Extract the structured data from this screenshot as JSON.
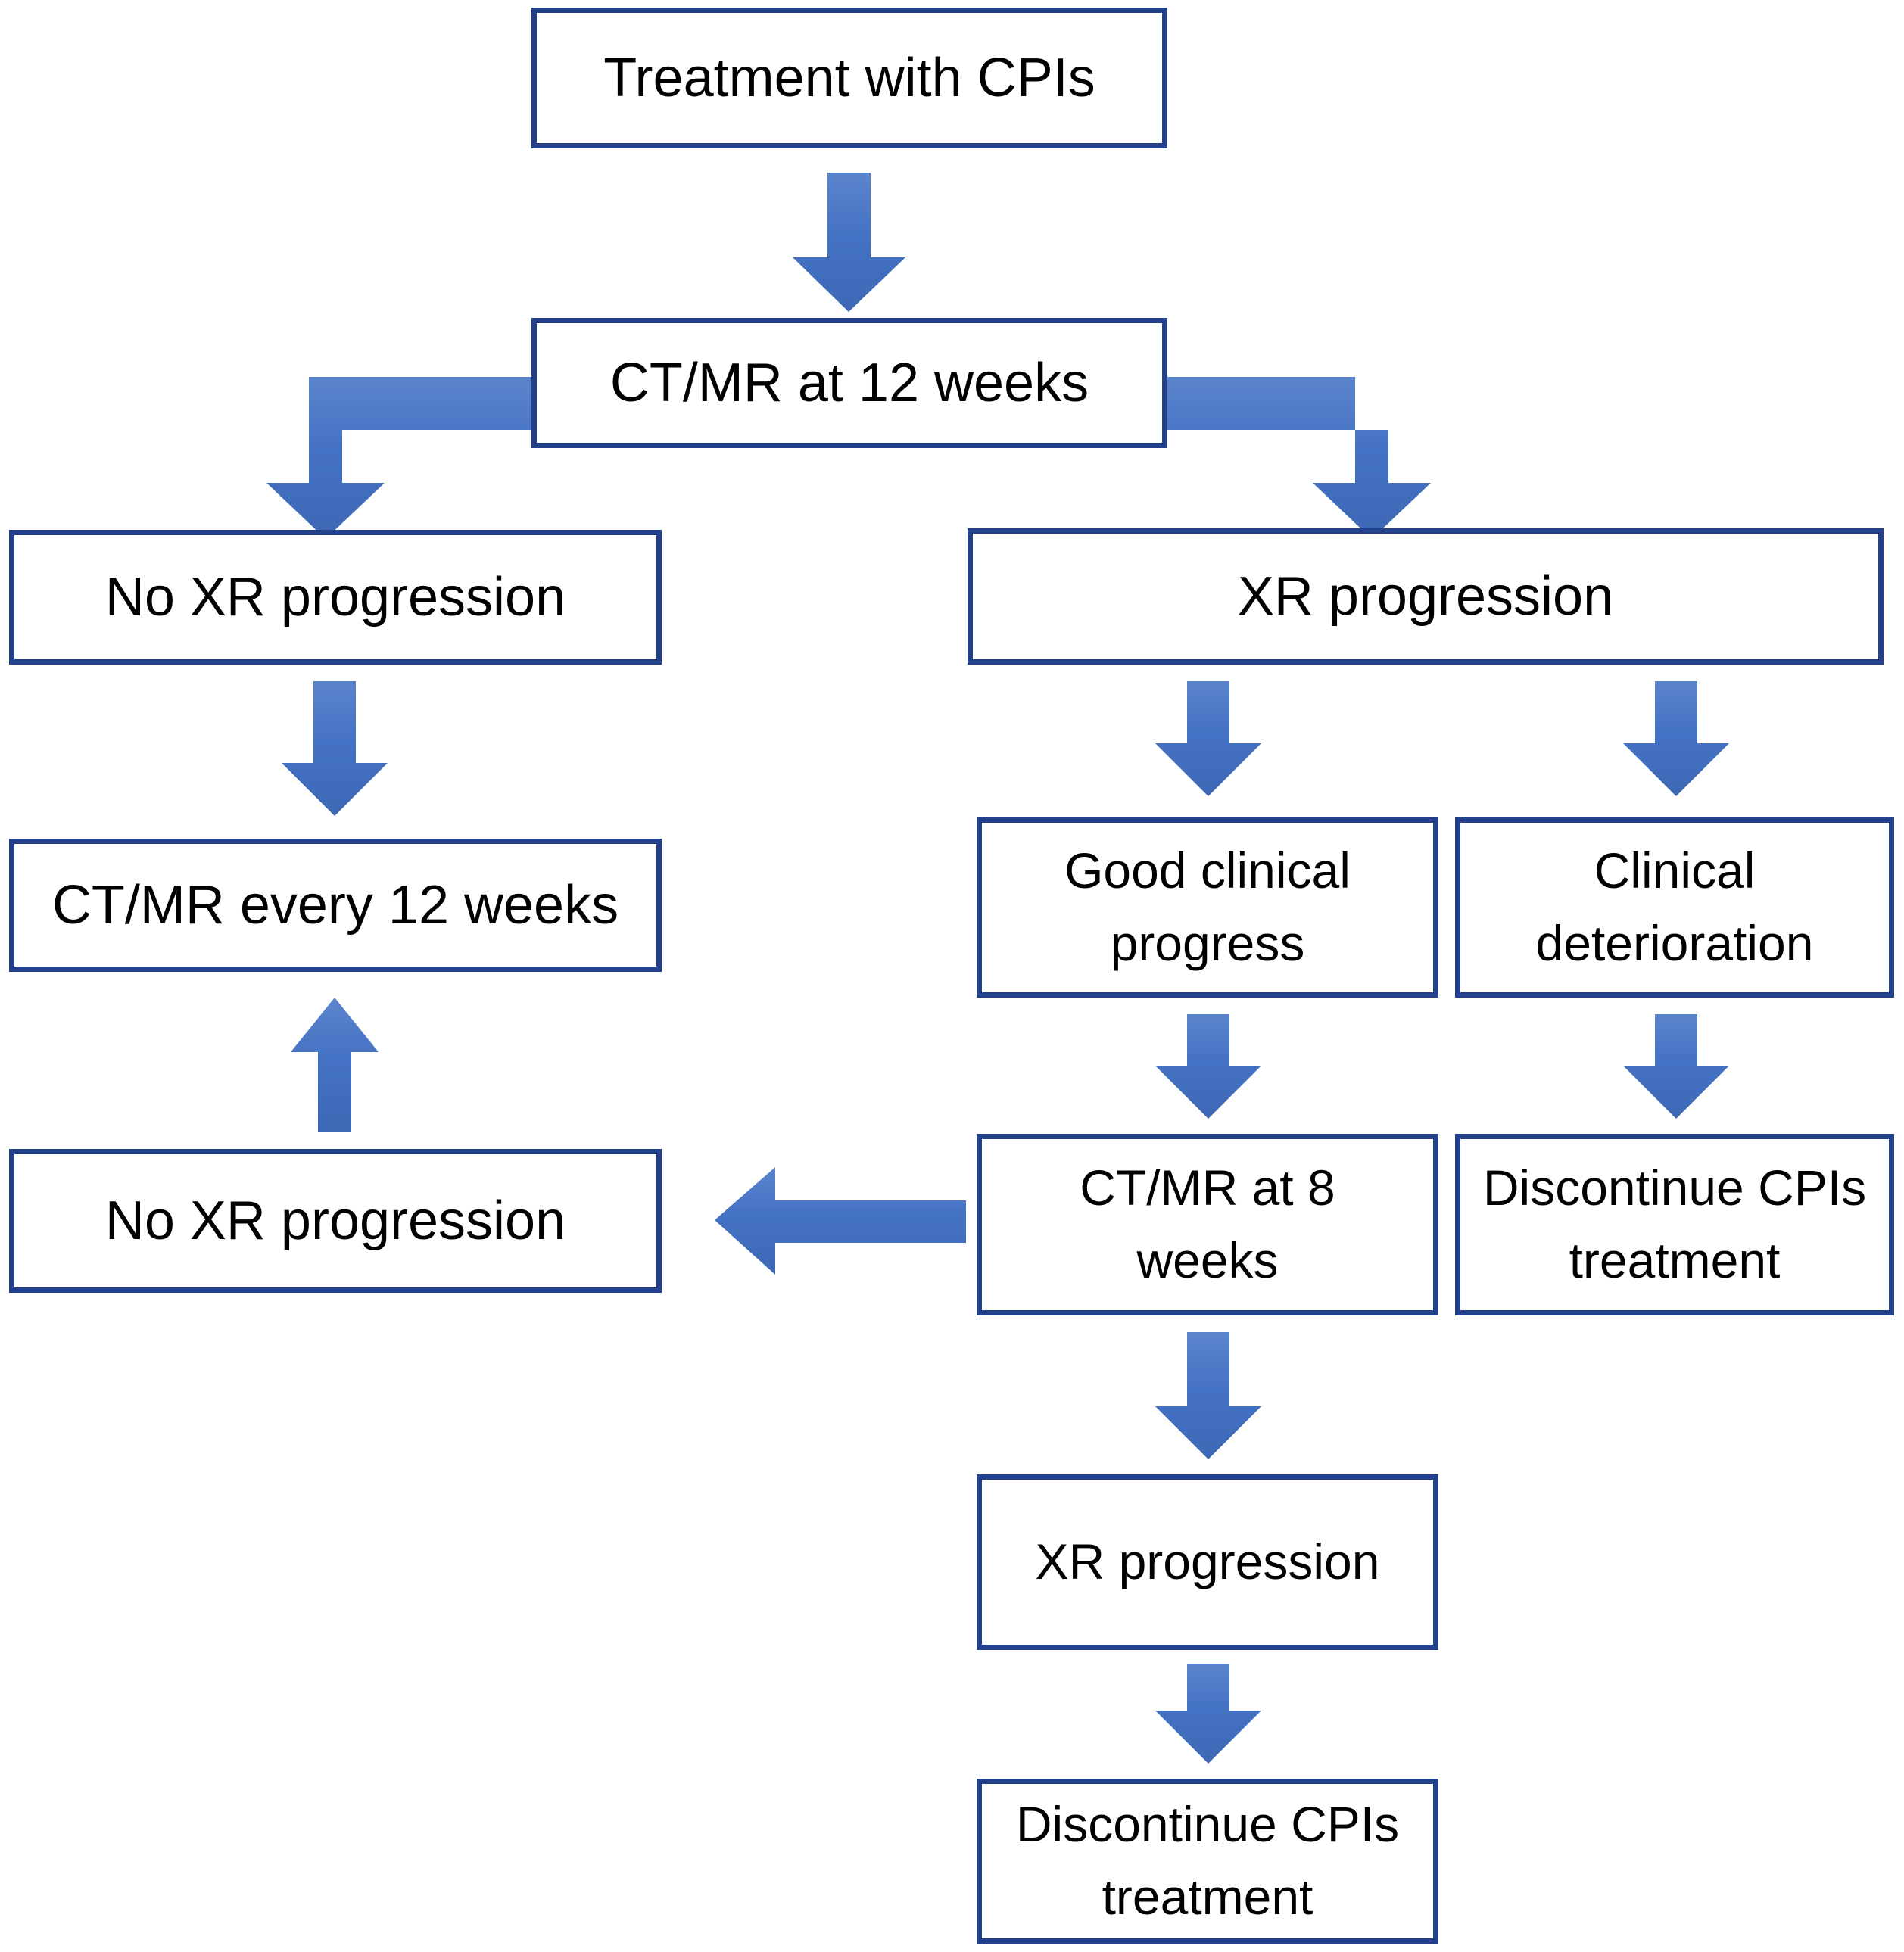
{
  "diagram": {
    "title": "CPI treatment radiological response algorithm",
    "colors": {
      "box_border": "#23408A",
      "box_fill": "#FFFFFF",
      "arrow_fill": "#4472C4",
      "text": "#000000",
      "background": "#FFFFFF"
    },
    "nodes": [
      {
        "id": "treatment",
        "label": "Treatment with CPIs"
      },
      {
        "id": "ctmr12",
        "label": "CT/MR at 12 weeks"
      },
      {
        "id": "noxr1",
        "label": "No XR progression"
      },
      {
        "id": "xrprog1",
        "label": "XR progression"
      },
      {
        "id": "ctmrevery12",
        "label": "CT/MR every 12 weeks"
      },
      {
        "id": "goodclinical",
        "label": "Good clinical\nprogress"
      },
      {
        "id": "clinicaldeterior",
        "label": "Clinical\ndeterioration"
      },
      {
        "id": "noxr2",
        "label": "No XR progression"
      },
      {
        "id": "ctmr8",
        "label": "CT/MR at 8\nweeks"
      },
      {
        "id": "discontinue1",
        "label": "Discontinue CPIs\ntreatment"
      },
      {
        "id": "xrprog2",
        "label": "XR progression"
      },
      {
        "id": "discontinue2",
        "label": "Discontinue CPIs\ntreatment"
      }
    ],
    "edges": [
      {
        "from": "treatment",
        "to": "ctmr12",
        "kind": "down"
      },
      {
        "from": "ctmr12",
        "to": "noxr1",
        "kind": "elbow-left-down"
      },
      {
        "from": "ctmr12",
        "to": "xrprog1",
        "kind": "elbow-right-down"
      },
      {
        "from": "noxr1",
        "to": "ctmrevery12",
        "kind": "down"
      },
      {
        "from": "xrprog1",
        "to": "goodclinical",
        "kind": "down"
      },
      {
        "from": "xrprog1",
        "to": "clinicaldeterior",
        "kind": "down"
      },
      {
        "from": "goodclinical",
        "to": "ctmr8",
        "kind": "down"
      },
      {
        "from": "clinicaldeterior",
        "to": "discontinue1",
        "kind": "down"
      },
      {
        "from": "ctmr8",
        "to": "noxr2",
        "kind": "left"
      },
      {
        "from": "noxr2",
        "to": "ctmrevery12",
        "kind": "up"
      },
      {
        "from": "ctmr8",
        "to": "xrprog2",
        "kind": "down"
      },
      {
        "from": "xrprog2",
        "to": "discontinue2",
        "kind": "down"
      }
    ]
  }
}
